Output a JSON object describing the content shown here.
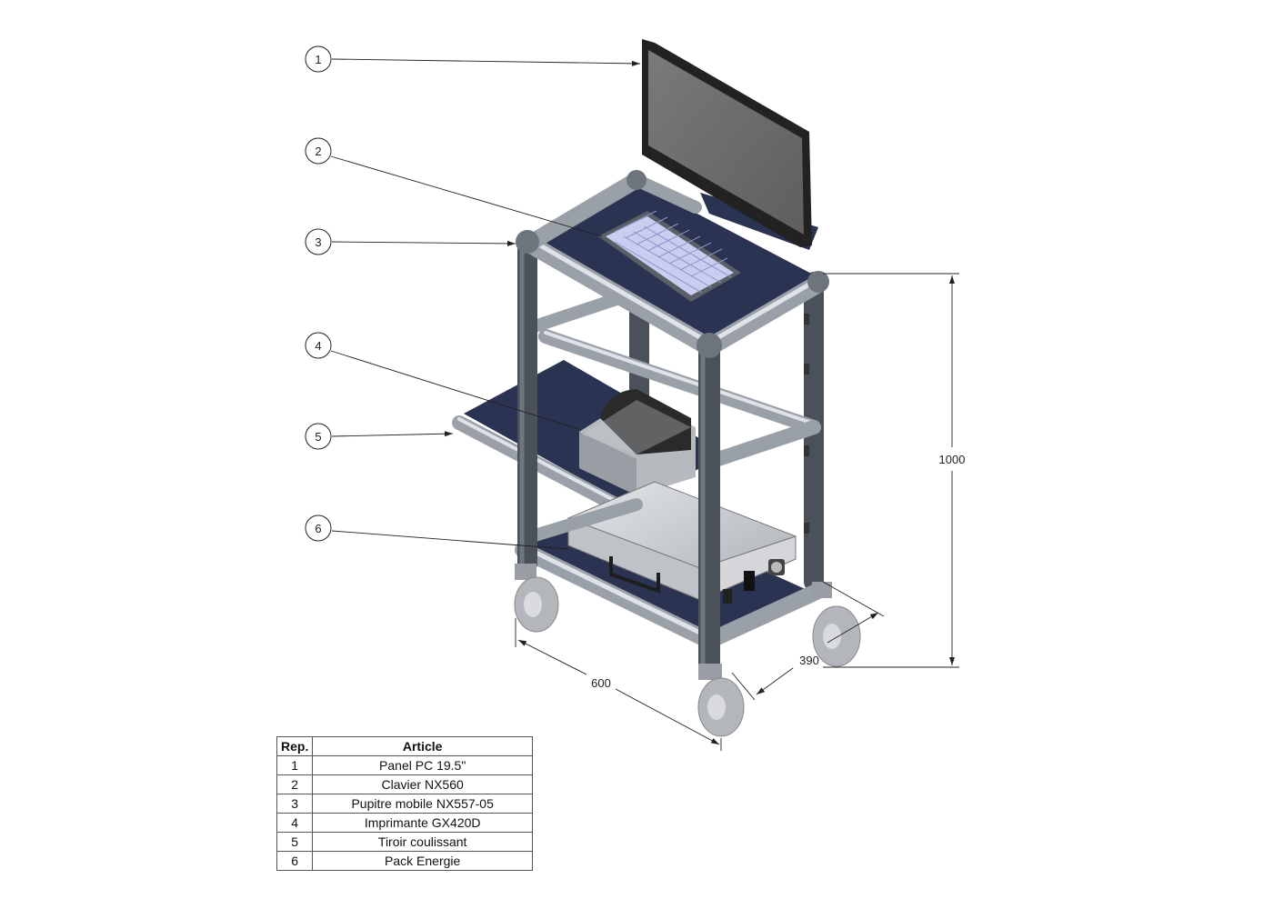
{
  "callouts": [
    "1",
    "2",
    "3",
    "4",
    "5",
    "6"
  ],
  "dimensions": {
    "height": "1000",
    "width": "600",
    "depth": "390"
  },
  "legend": {
    "headers": [
      "Rep.",
      "Article"
    ],
    "rows": [
      {
        "rep": "1",
        "article": "Panel PC 19.5\""
      },
      {
        "rep": "2",
        "article": "Clavier NX560"
      },
      {
        "rep": "3",
        "article": "Pupitre mobile NX557-05"
      },
      {
        "rep": "4",
        "article": "Imprimante GX420D"
      },
      {
        "rep": "5",
        "article": "Tiroir coulissant"
      },
      {
        "rep": "6",
        "article": "Pack Energie"
      }
    ]
  },
  "colors": {
    "mat": "#2b3352",
    "frame_tube": "#9aa0a8",
    "post": "#4b5159",
    "screen": "#6e6e6e",
    "keyboard_keys": "#c9cdf0"
  }
}
